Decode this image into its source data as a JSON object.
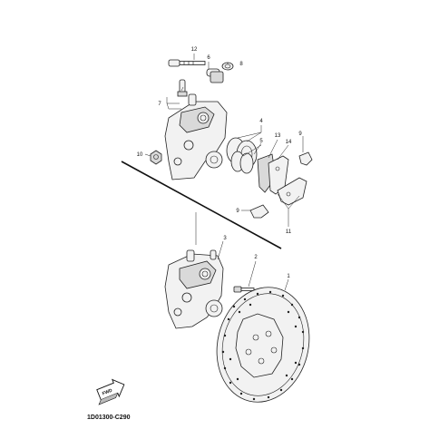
{
  "diagram": {
    "callouts": {
      "c1": "1",
      "c2": "2",
      "c3": "3",
      "c4": "4",
      "c5": "5",
      "c6": "6",
      "c7": "7",
      "c8": "8",
      "c9a": "9",
      "c9b": "9",
      "c10": "10",
      "c11": "11",
      "c12": "12",
      "c13": "13",
      "c14": "14"
    },
    "fwd_label": "FWD",
    "drawing_code": "1D01300-C290"
  }
}
